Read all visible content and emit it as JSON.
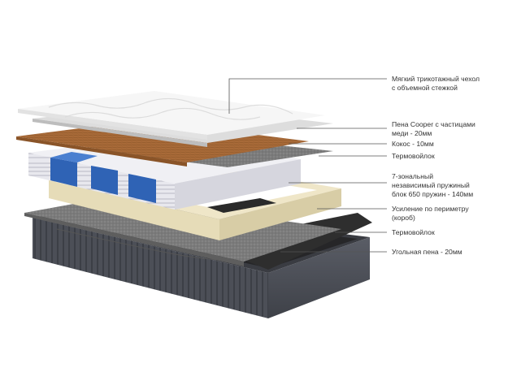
{
  "labels": [
    {
      "text": "Мягкий трикотажный чехол\nс объемной стежкой"
    },
    {
      "text": "Пена Cooper с частицами\nмеди - 20мм"
    },
    {
      "text": "Кокос - 10мм"
    },
    {
      "text": "Термовойлок"
    },
    {
      "text": "7-зональный\nнезависимый пружиный\nблок  650 пружин - 140мм"
    },
    {
      "text": "Усиление по периметру\n(короб)"
    },
    {
      "text": "Термовойлок"
    },
    {
      "text": "Угольная пена - 20мм"
    }
  ],
  "colors": {
    "line": "#555555",
    "cover": "#f4f4f4",
    "copper": "#c8c8c8",
    "coconut": "#a86a38",
    "felt": "#7a7a7a",
    "springs": "#e4e4ea",
    "zone": "#2f63b5",
    "frame": "#efe6c8",
    "charcoal": "#2e2e2e",
    "base": "#4a4d55"
  }
}
